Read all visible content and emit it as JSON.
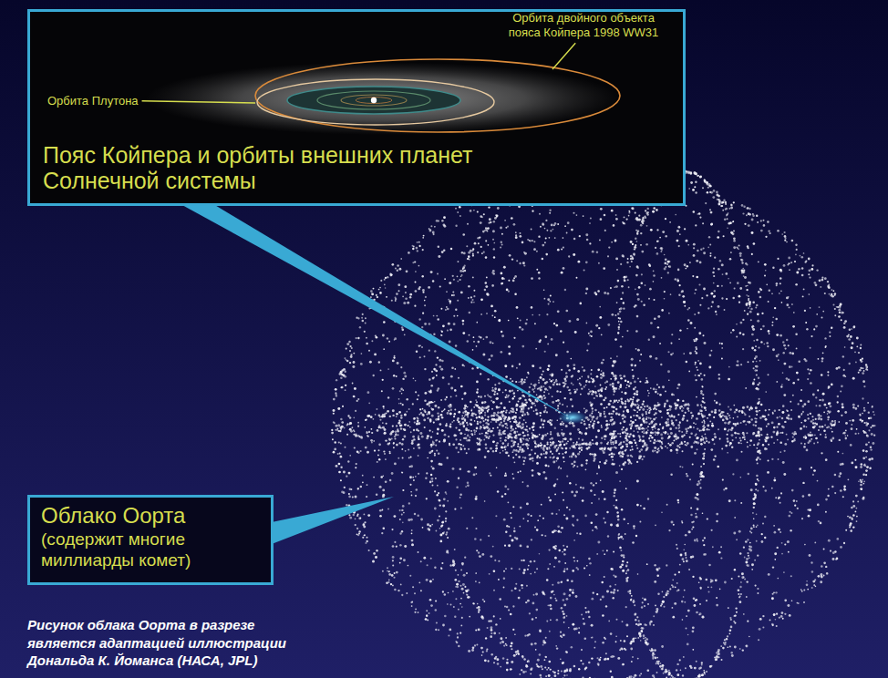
{
  "diagram": {
    "caption": "Рисунок облака Оорта в разрезе является адаптацией иллюстрации Дональда К. Йоманса (НАСА, JPL)",
    "nodes": [
      {
        "text": [
          "Пояс Койпера и орбиты внешних планет Солнечной системы"
        ]
      },
      {
        "text": [
          "Облако Оорта",
          "(содержит многие миллиарды комет)"
        ]
      }
    ],
    "labels": [
      "Орбита двойного объекта пояса Койпера 1998 WW31",
      "Орбита Плутона"
    ]
  }
}
